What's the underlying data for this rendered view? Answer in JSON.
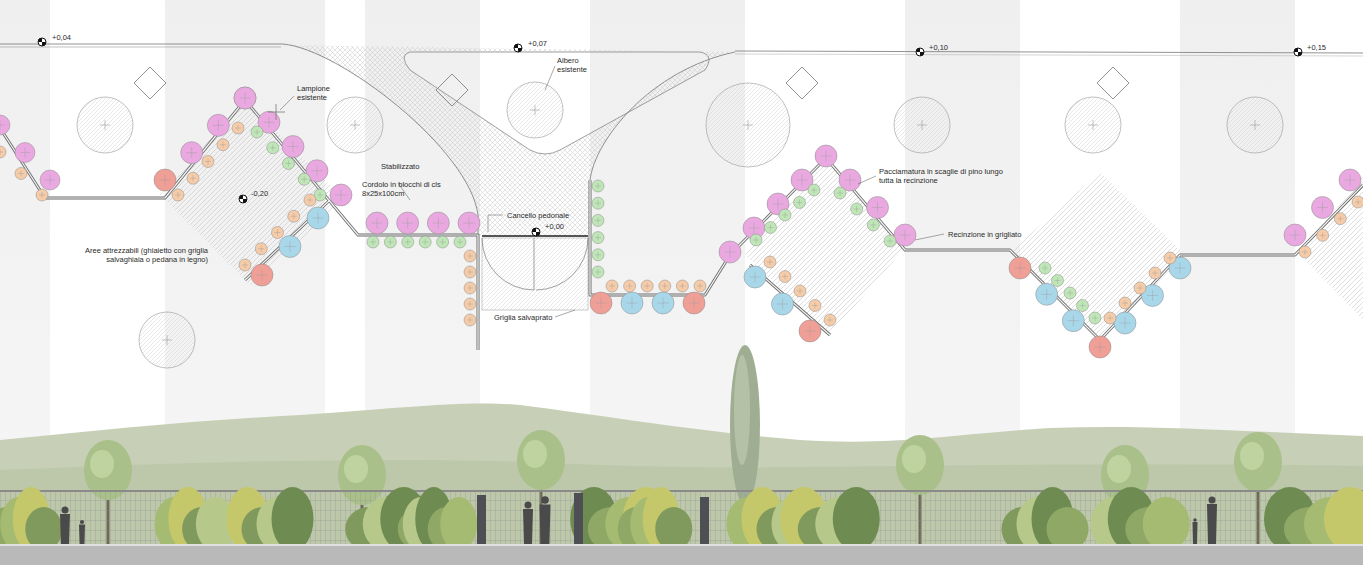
{
  "diagram": {
    "labels": [
      "+0,04",
      "+0,07",
      "+0,10",
      "+0,15",
      "Albero esistente",
      "Lampione esistente",
      "-0,20",
      "Stabilizzato",
      "Cordolo in blocchi di cls 8x25x100cm",
      "Cancello pedonale",
      "+0,00",
      "Aree attrezzabili (ghiaietto con griglia salvaghiaia o pedana in legno)",
      "Griglia salvaprato",
      "Pacciamatura in scaglie di pino lungo tutta la recinzione",
      "Recinzione in grigliato"
    ]
  }
}
